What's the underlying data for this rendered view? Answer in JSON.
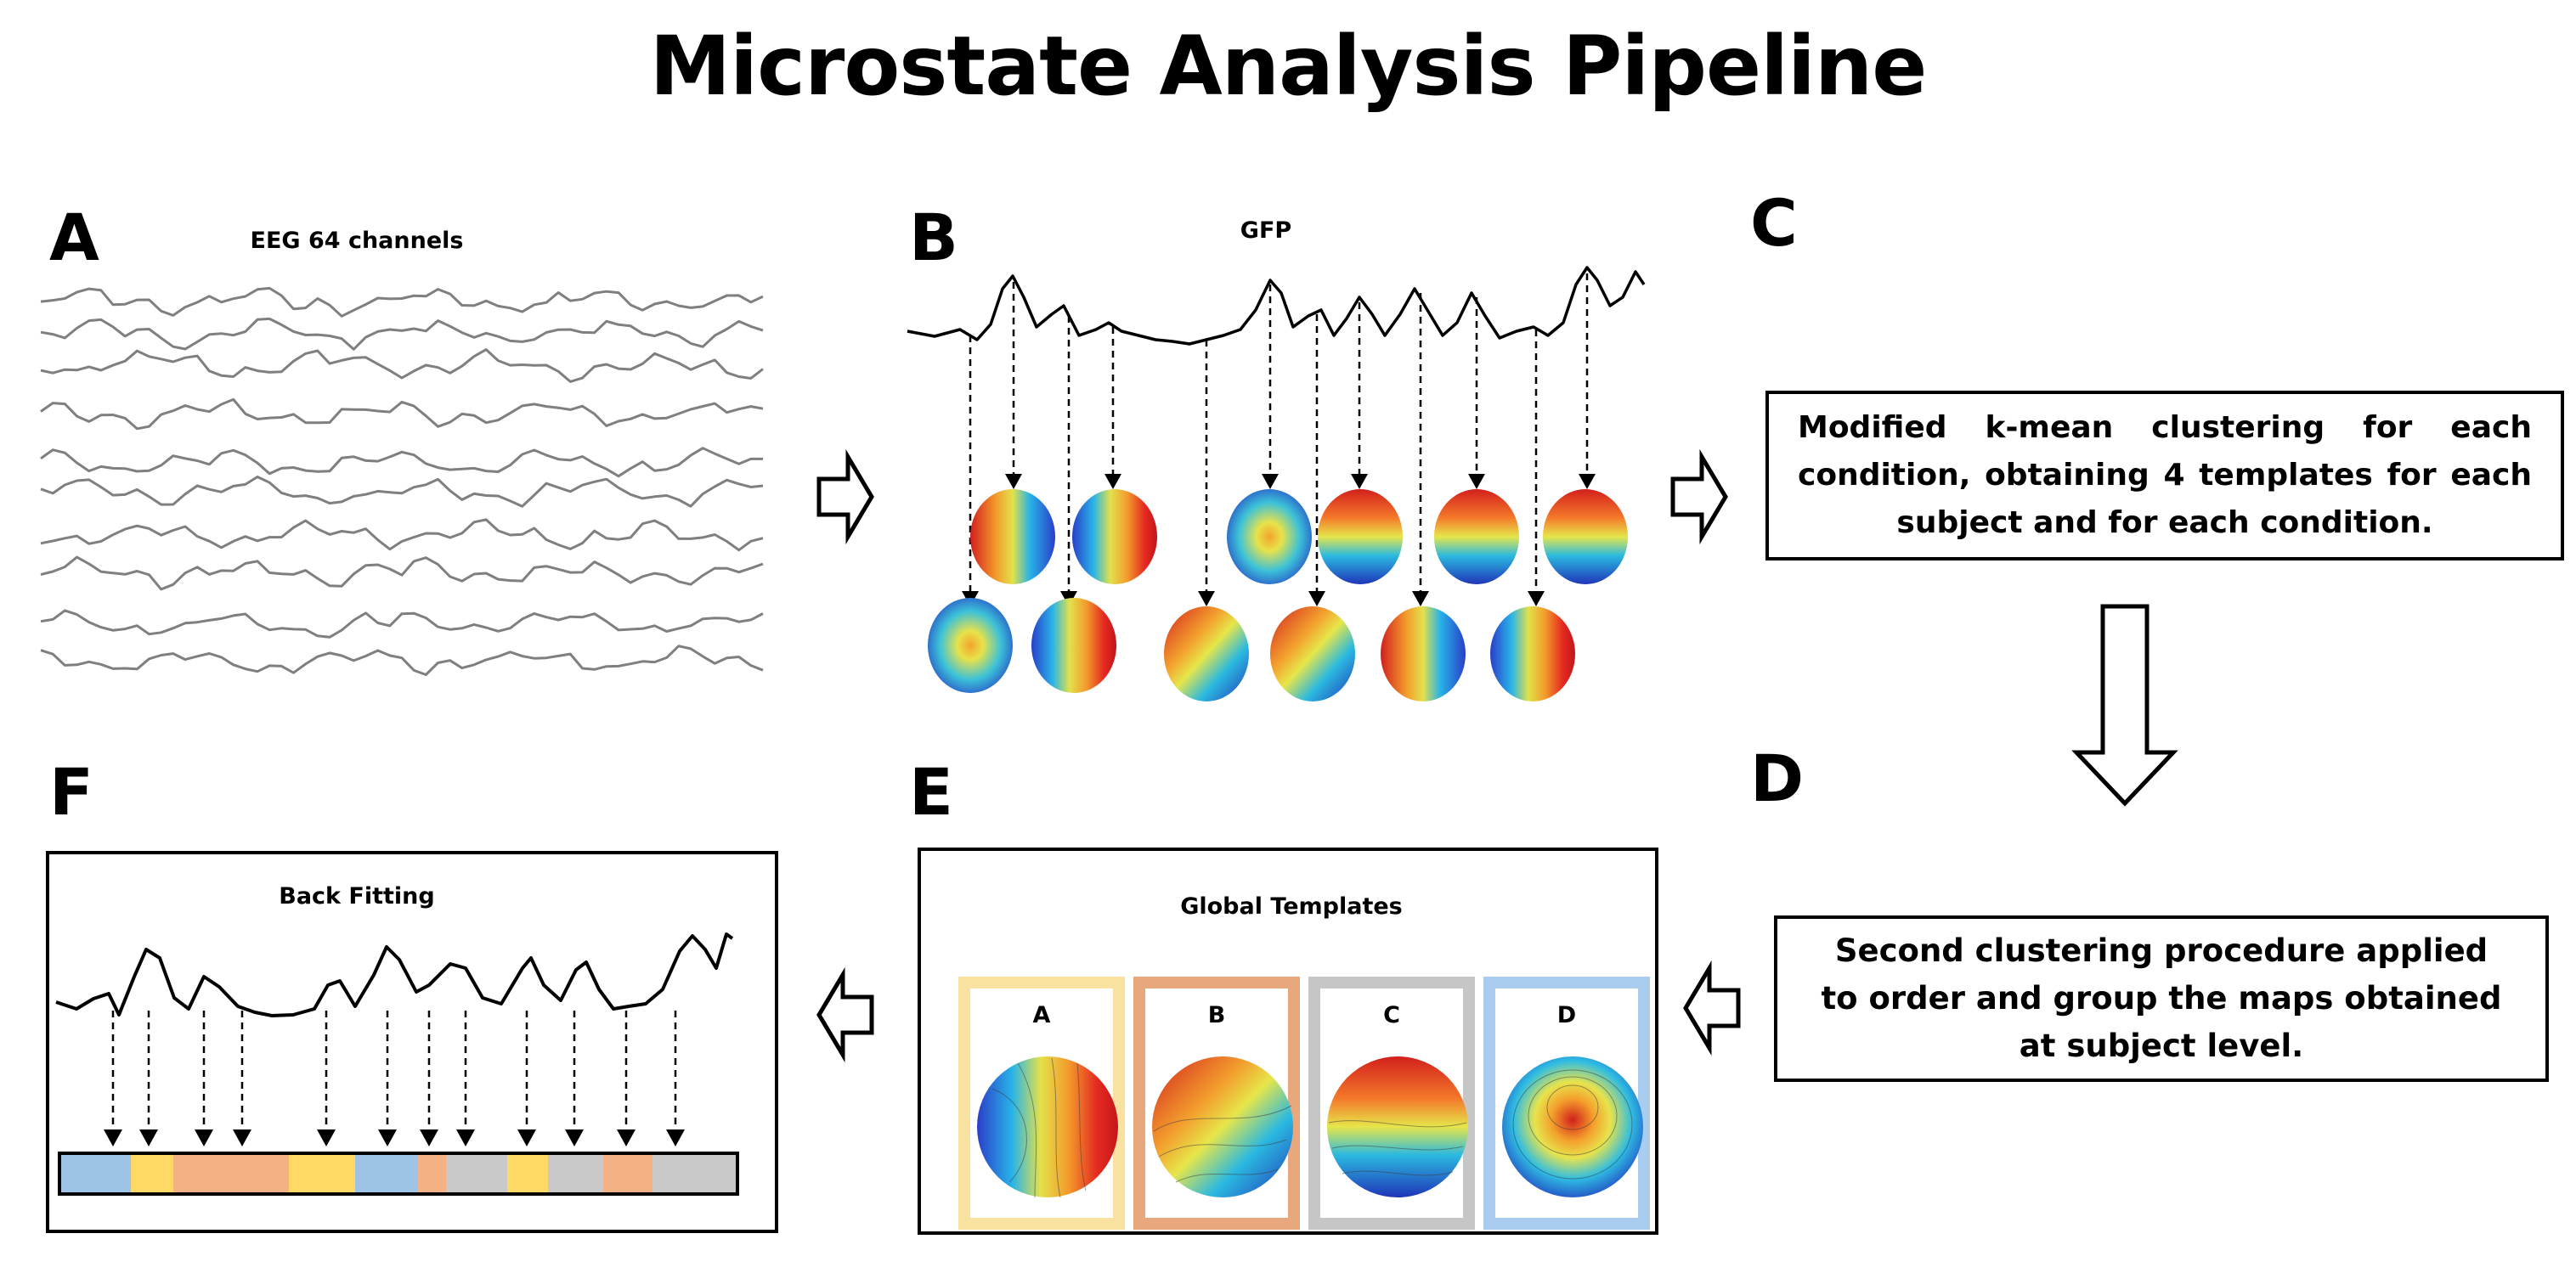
{
  "title": "Microstate Analysis Pipeline",
  "panels": {
    "A": {
      "letter": "A",
      "label": "EEG 64 channels"
    },
    "B": {
      "letter": "B",
      "label": "GFP"
    },
    "C": {
      "letter": "C",
      "text": "Modified k-mean clustering for each condition, obtaining 4 templates for each subject and for each condition."
    },
    "D": {
      "letter": "D",
      "text": "Second clustering procedure applied to order and group the maps obtained at subject level."
    },
    "E": {
      "letter": "E",
      "label": "Global Templates",
      "templates": [
        {
          "letter": "A",
          "frame_color": "#f9e1a0"
        },
        {
          "letter": "B",
          "frame_color": "#e9a77e"
        },
        {
          "letter": "C",
          "frame_color": "#c6c6c6"
        },
        {
          "letter": "D",
          "frame_color": "#a9ccef"
        }
      ]
    },
    "F": {
      "letter": "F",
      "label": "Back Fitting",
      "sequence_colors": [
        "#9dc3e6",
        "#ffd966",
        "#f4b183",
        "#f4b183",
        "#ffd966",
        "#9dc3e6",
        "#f4b183",
        "#c9c9c9",
        "#ffd966",
        "#c9c9c9",
        "#f4b183",
        "#c9c9c9"
      ]
    }
  },
  "colors": {
    "line": "#000000",
    "eeg_trace": "#7f7f7f"
  }
}
